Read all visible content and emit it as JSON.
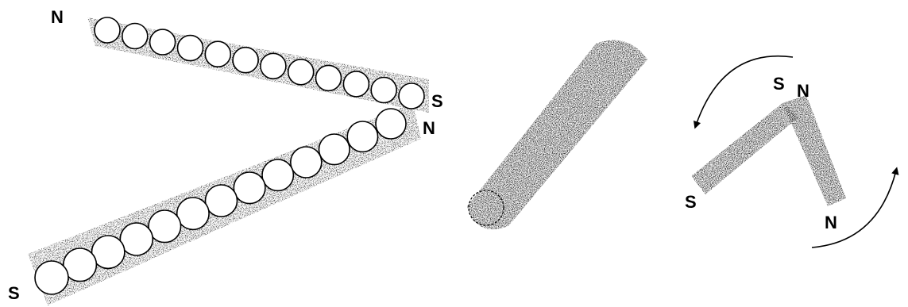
{
  "colors": {
    "ink": "#000000",
    "background": "#ffffff"
  },
  "figures": {
    "chain": {
      "upper_arm": {
        "start_label": "N",
        "end_label": "S",
        "bead_count": 12
      },
      "lower_arm": {
        "start_label": "N",
        "end_label": "S",
        "bead_count": 13
      }
    },
    "rod": {},
    "bent_magnet": {
      "left_arm": {
        "inner_label": "S",
        "outer_label": "S"
      },
      "right_arm": {
        "inner_label": "N",
        "outer_label": "N"
      }
    }
  }
}
